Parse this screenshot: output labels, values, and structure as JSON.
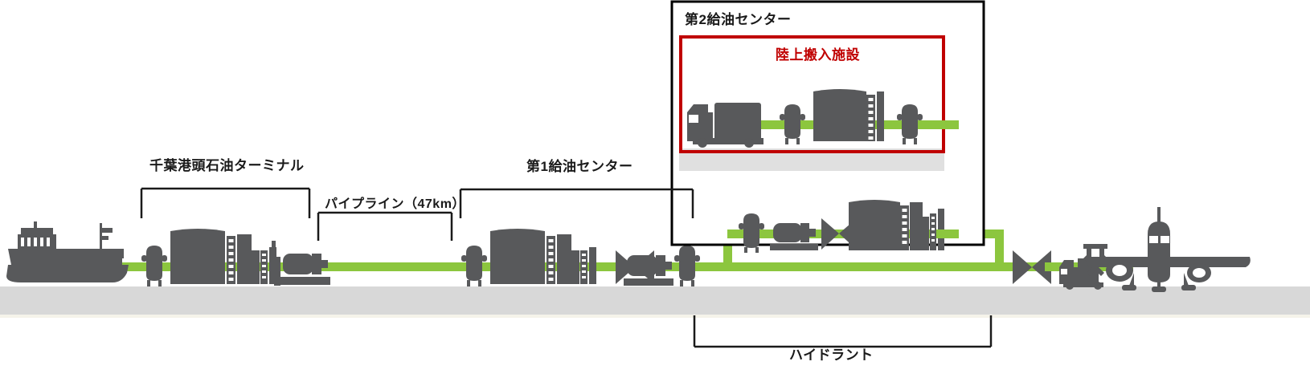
{
  "diagram": {
    "title_alt": "航空燃料供給系統図",
    "colors": {
      "pipeline_green": "#8CC63E",
      "equipment_gray": "#58595B",
      "ground_gray": "#D8D8D8",
      "accent_red": "#C00000",
      "line_black": "#000000",
      "background": "#FFFFFF"
    },
    "labels": {
      "terminal": "千葉港頭石油ターミナル",
      "pipeline": "パイプライン（47km）",
      "center1": "第1給油センター",
      "center2": "第2給油センター",
      "land_intake": "陸上搬入施設",
      "hydrant": "ハイドラント"
    },
    "measurements": {
      "pipeline_length": "47km"
    },
    "icons": [
      {
        "name": "tanker-ship-icon",
        "label": "tanker ship"
      },
      {
        "name": "hydrant-valve-icon",
        "label": "hydrant"
      },
      {
        "name": "storage-tank-icon",
        "label": "storage tank"
      },
      {
        "name": "pump-station-icon",
        "label": "pump"
      },
      {
        "name": "gate-valve-icon",
        "label": "valve"
      },
      {
        "name": "tank-truck-icon",
        "label": "tank lorry"
      },
      {
        "name": "hydrant-dispenser-icon",
        "label": "hydrant dispenser"
      },
      {
        "name": "aircraft-icon",
        "label": "aircraft"
      }
    ],
    "brackets": [
      {
        "name": "terminal-bracket",
        "label_ref": "terminal"
      },
      {
        "name": "pipeline-bracket",
        "label_ref": "pipeline"
      },
      {
        "name": "center1-bracket",
        "label_ref": "center1"
      },
      {
        "name": "hydrant-bracket",
        "label_ref": "hydrant"
      }
    ]
  }
}
